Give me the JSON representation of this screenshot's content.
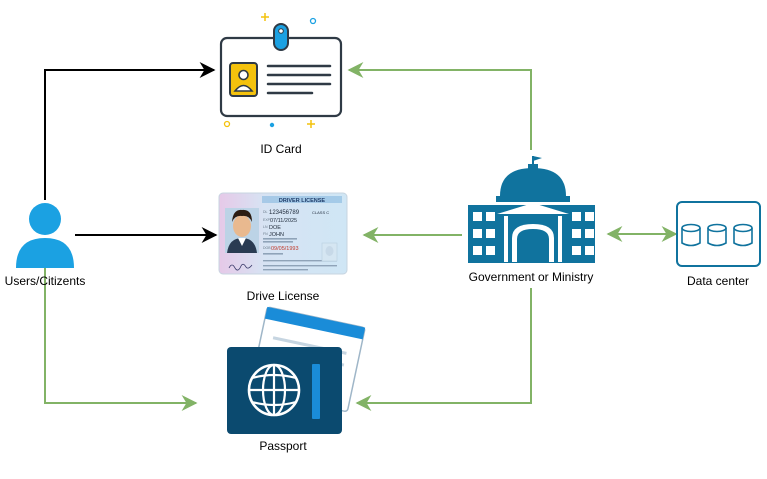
{
  "nodes": {
    "id_card": {
      "label": "ID Card"
    },
    "drive_license": {
      "label": "Drive License",
      "card_title": "DRIVER LICENSE",
      "dl_number": "123456789",
      "class_label": "CLASS C",
      "exp_date": "07/11/2025",
      "last_name": "DOE",
      "first_name": "JOHN",
      "dob": "09/05/1993"
    },
    "passport": {
      "label": "Passport"
    },
    "users": {
      "label": "Users/Citizents"
    },
    "government": {
      "label": "Government or Ministry"
    },
    "data_center": {
      "label": "Data center"
    }
  },
  "colors": {
    "black_arrow": "#000000",
    "green_arrow": "#82b366",
    "user_blue": "#1ba1e2",
    "gov_blue": "#10739e",
    "passport_navy": "#0b4a6f",
    "passport_accent": "#1a8cd8",
    "id_yellow": "#f4c20d",
    "dc_stroke": "#10739e"
  }
}
